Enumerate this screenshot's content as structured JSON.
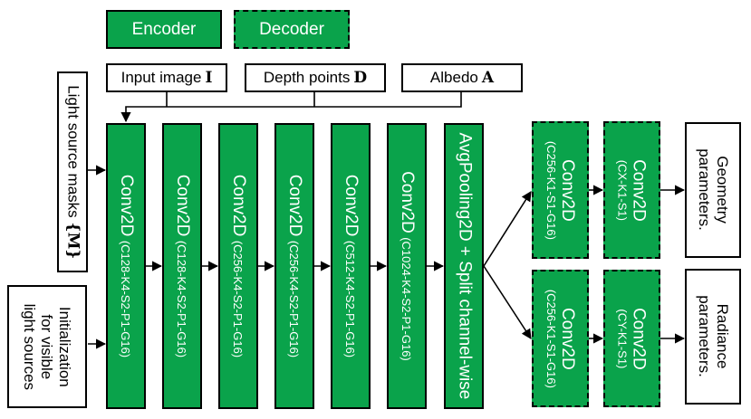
{
  "legend": {
    "encoder": "Encoder",
    "decoder": "Decoder"
  },
  "inputs": [
    {
      "label": "Input image",
      "symbol": "I"
    },
    {
      "label": "Depth points",
      "symbol": "D"
    },
    {
      "label": "Albedo",
      "symbol": "A"
    }
  ],
  "left_inputs": {
    "masks_label": "Light source masks",
    "masks_symbol": "{M}",
    "init_line1": "Initialization",
    "init_line2": "for visible",
    "init_line3": "light sources"
  },
  "encoder_blocks": [
    {
      "op": "Conv2D",
      "params": "(C128-K4-S2-P1-G16)"
    },
    {
      "op": "Conv2D",
      "params": "(C128-K4-S2-P1-G16)"
    },
    {
      "op": "Conv2D",
      "params": "(C256-K4-S2-P1-G16)"
    },
    {
      "op": "Conv2D",
      "params": "(C256-K4-S2-P1-G16)"
    },
    {
      "op": "Conv2D",
      "params": "(C512-K4-S2-P1-G16)"
    },
    {
      "op": "Conv2D",
      "params": "(C1024-K4-S2-P1-G16)"
    }
  ],
  "pool_block": {
    "label": "AvgPooling2D + Split channel-wise"
  },
  "decoder_top": [
    {
      "op": "Conv2D",
      "params": "(C256-K1-S1-G16)"
    },
    {
      "op": "Conv2D",
      "params": "(CX-K1-S1)"
    }
  ],
  "decoder_bottom": [
    {
      "op": "Conv2D",
      "params": "(C256-K1-S1-G16)"
    },
    {
      "op": "Conv2D",
      "params": "(CY-K1-S1)"
    }
  ],
  "outputs": {
    "geometry_line1": "Geometry",
    "geometry_line2": "parameters.",
    "radiance_line1": "Radiance",
    "radiance_line2": "parameters."
  },
  "colors": {
    "green": "#0aa34b",
    "stroke": "#000000"
  }
}
